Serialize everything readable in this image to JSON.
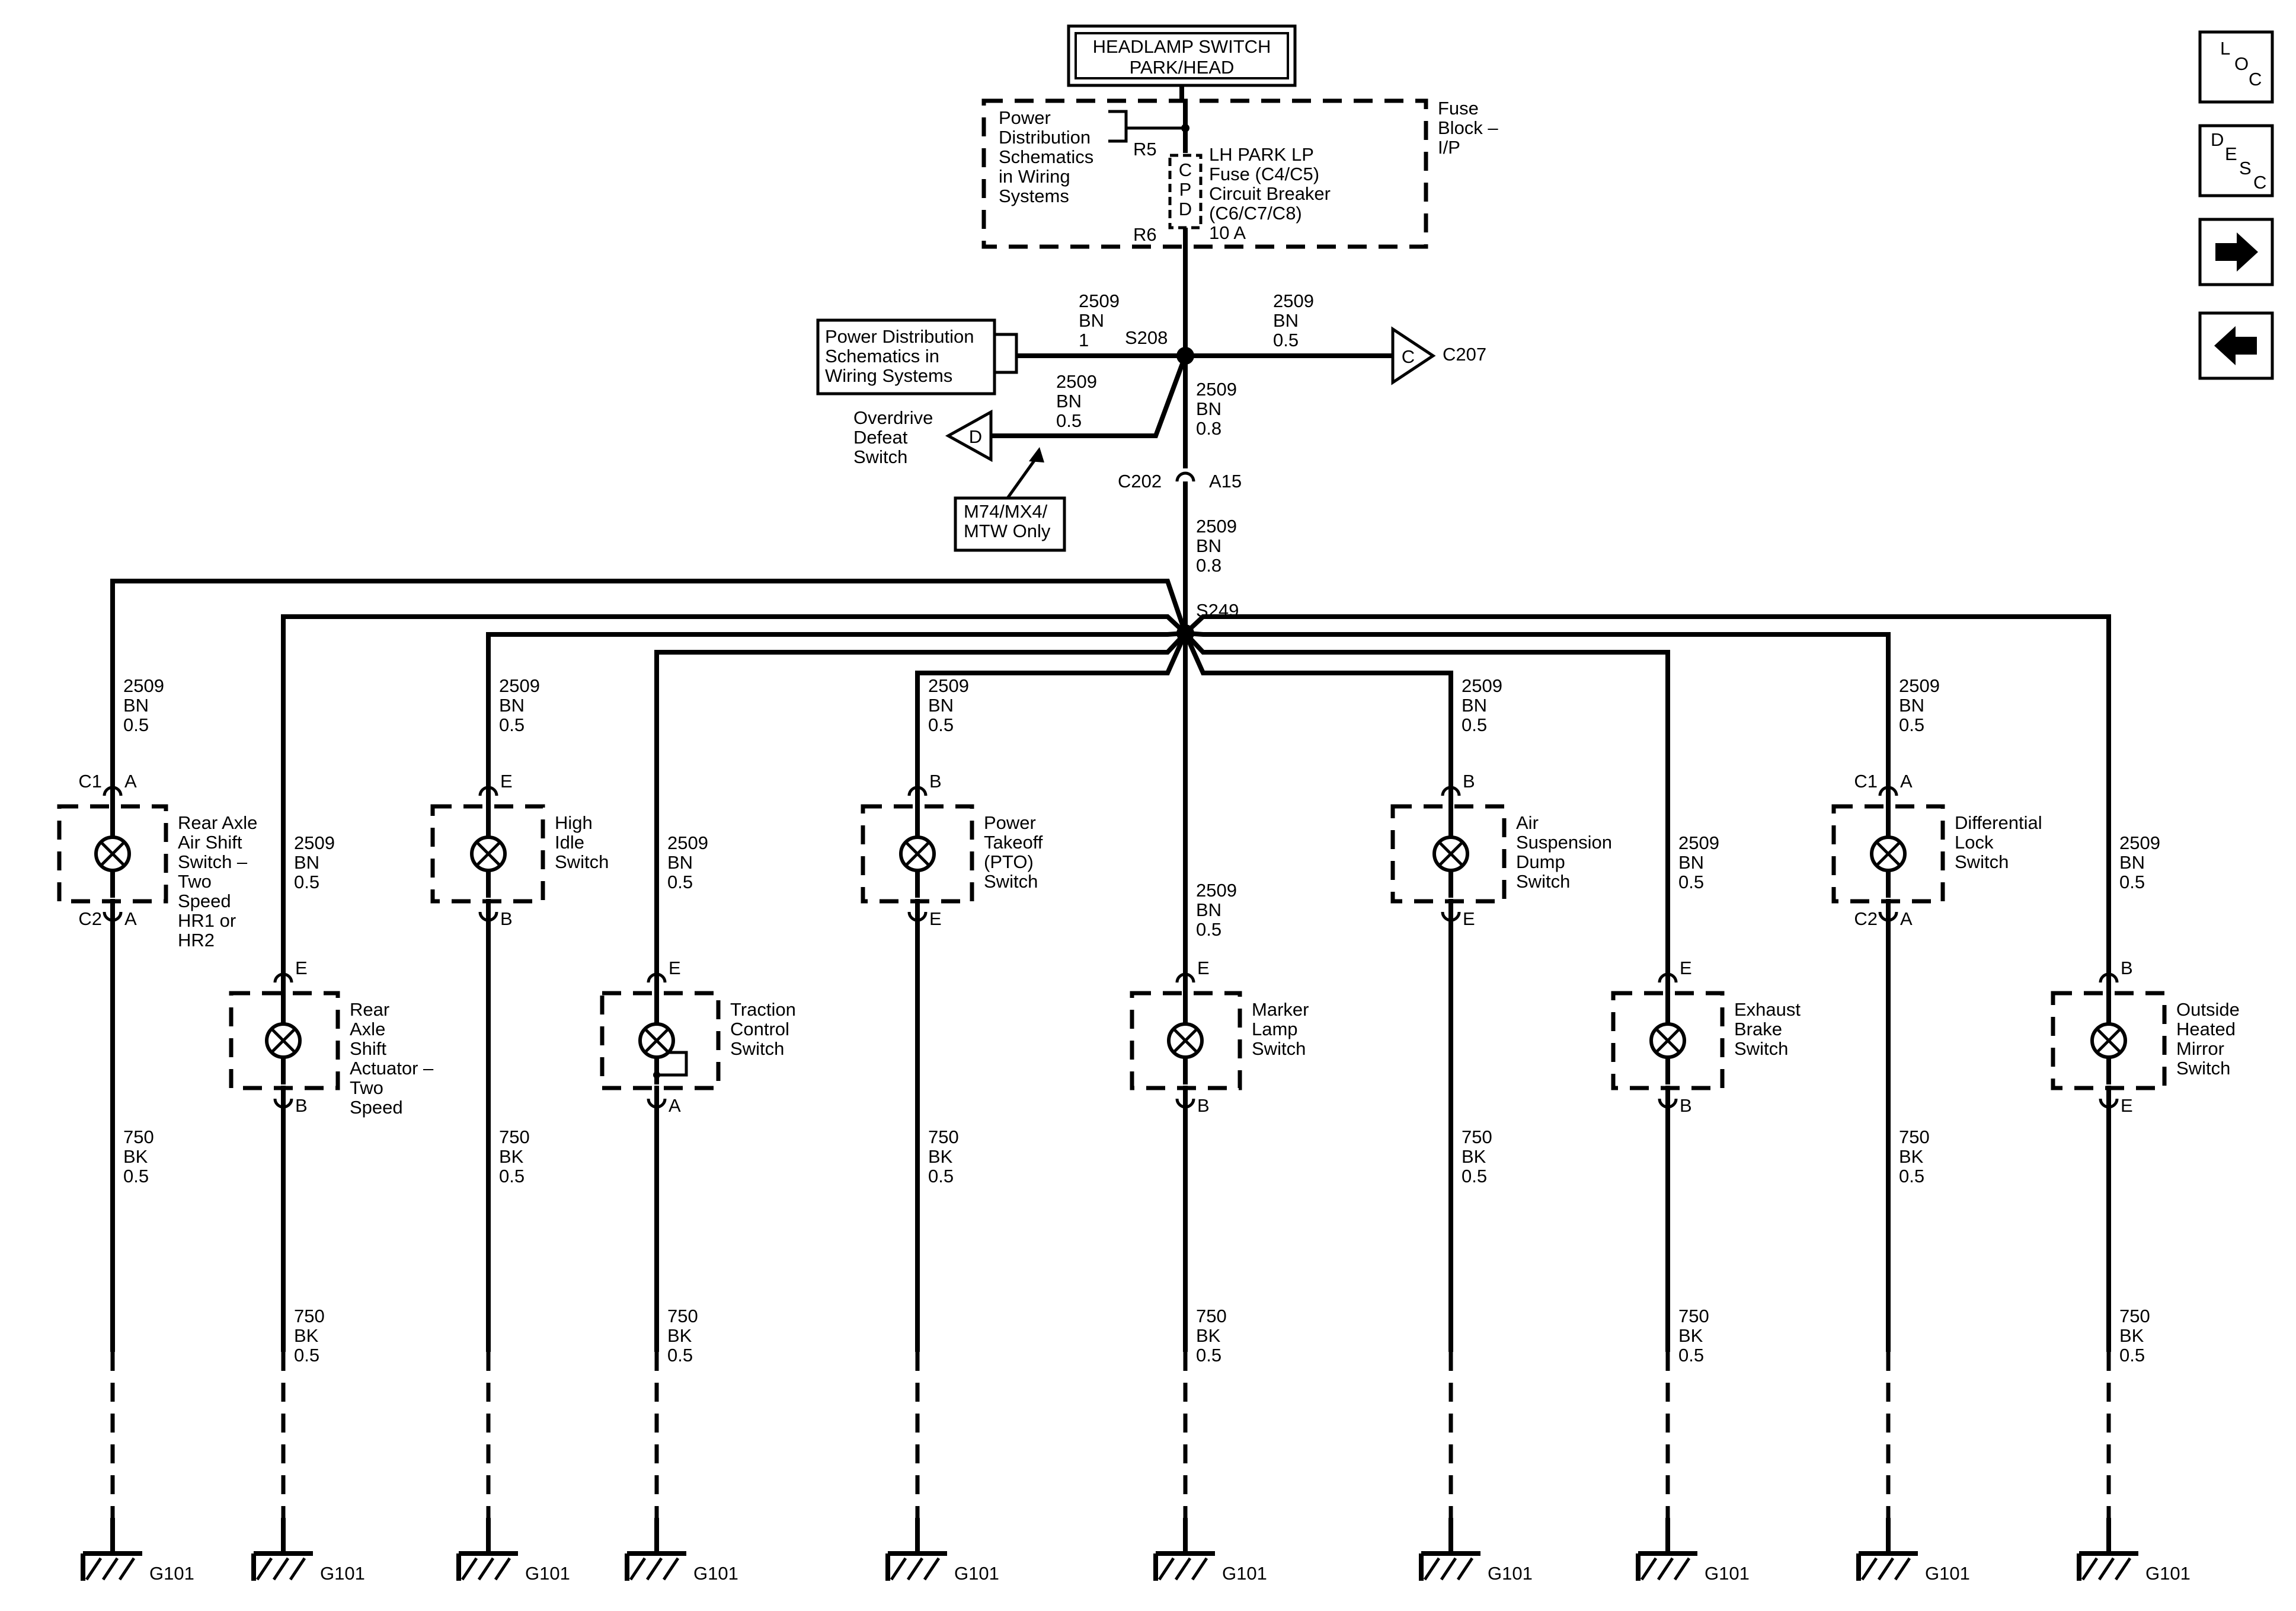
{
  "header": {
    "line1": "HEADLAMP SWITCH",
    "line2": "PARK/HEAD"
  },
  "fuse_block": {
    "ref_text": [
      "Power",
      "Distribution",
      "Schematics",
      "in Wiring",
      "Systems"
    ],
    "r5": "R5",
    "r6": "R6",
    "cpd": [
      "C",
      "P",
      "D"
    ],
    "fuse_desc": [
      "LH PARK LP",
      "Fuse (C4/C5)",
      "Circuit Breaker",
      "(C6/C7/C8)",
      "10 A"
    ],
    "block_label": [
      "Fuse",
      "Block –",
      "I/P"
    ]
  },
  "splice_s208": {
    "label": "S208",
    "ref_box": [
      "Power Distribution",
      "Schematics in",
      "Wiring  Systems"
    ],
    "left_wire": [
      "2509",
      "BN",
      "1"
    ],
    "right_wire": [
      "2509",
      "BN",
      "0.5"
    ],
    "diag_wire": [
      "2509",
      "BN",
      "0.5"
    ],
    "down_wire": [
      "2509",
      "BN",
      "0.8"
    ],
    "conn_c_letter": "C",
    "conn_c_label": "C207",
    "conn_d_letter": "D",
    "overdrive_label": [
      "Overdrive",
      "Defeat",
      "Switch"
    ],
    "option_box": [
      "M74/MX4/",
      "MTW Only"
    ]
  },
  "c202": {
    "label": "C202",
    "pin": "A15",
    "wire": [
      "2509",
      "BN",
      "0.8"
    ]
  },
  "splice_s249": {
    "label": "S249"
  },
  "branches": [
    {
      "name": [
        "Rear Axle",
        "Air Shift",
        "Switch –",
        "Two",
        "Speed",
        "HR1 or",
        "HR2"
      ],
      "top_wire": [
        "2509",
        "BN",
        "0.5"
      ],
      "top_conn": "C1",
      "top_pin": "A",
      "bot_conn": "C2",
      "bot_pin": "A",
      "gnd_wire_1": [
        "750",
        "BK",
        "0.5"
      ],
      "gnd_wire_2": [],
      "ground": "G101"
    },
    {
      "name": [
        "Rear",
        "Axle",
        "Shift",
        "Actuator –",
        "Two",
        "Speed"
      ],
      "top_wire": [
        "2509",
        "BN",
        "0.5"
      ],
      "top_conn": "",
      "top_pin": "E",
      "bot_conn": "",
      "bot_pin": "B",
      "gnd_wire_1": [],
      "gnd_wire_2": [
        "750",
        "BK",
        "0.5"
      ],
      "ground": "G101"
    },
    {
      "name": [
        "High",
        "Idle",
        "Switch"
      ],
      "top_wire": [
        "2509",
        "BN",
        "0.5"
      ],
      "top_conn": "",
      "top_pin": "E",
      "bot_conn": "",
      "bot_pin": "B",
      "gnd_wire_1": [
        "750",
        "BK",
        "0.5"
      ],
      "gnd_wire_2": [],
      "ground": "G101"
    },
    {
      "name": [
        "Traction",
        "Control",
        "Switch"
      ],
      "top_wire": [
        "2509",
        "BN",
        "0.5"
      ],
      "top_conn": "",
      "top_pin": "E",
      "bot_conn": "",
      "bot_pin": "A",
      "gnd_wire_1": [],
      "gnd_wire_2": [
        "750",
        "BK",
        "0.5"
      ],
      "ground": "G101"
    },
    {
      "name": [
        "Power",
        "Takeoff",
        "(PTO)",
        "Switch"
      ],
      "top_wire": [
        "2509",
        "BN",
        "0.5"
      ],
      "top_conn": "",
      "top_pin": "B",
      "bot_conn": "",
      "bot_pin": "E",
      "gnd_wire_1": [
        "750",
        "BK",
        "0.5"
      ],
      "gnd_wire_2": [],
      "ground": "G101"
    },
    {
      "name": [
        "Marker",
        "Lamp",
        "Switch"
      ],
      "top_wire": [
        "2509",
        "BN",
        "0.5"
      ],
      "top_conn": "",
      "top_pin": "E",
      "bot_conn": "",
      "bot_pin": "B",
      "gnd_wire_1": [],
      "gnd_wire_2": [
        "750",
        "BK",
        "0.5"
      ],
      "ground": "G101"
    },
    {
      "name": [
        "Air",
        "Suspension",
        "Dump",
        "Switch"
      ],
      "top_wire": [
        "2509",
        "BN",
        "0.5"
      ],
      "top_conn": "",
      "top_pin": "B",
      "bot_conn": "",
      "bot_pin": "E",
      "gnd_wire_1": [
        "750",
        "BK",
        "0.5"
      ],
      "gnd_wire_2": [],
      "ground": "G101"
    },
    {
      "name": [
        "Exhaust",
        "Brake",
        "Switch"
      ],
      "top_wire": [
        "2509",
        "BN",
        "0.5"
      ],
      "top_conn": "",
      "top_pin": "E",
      "bot_conn": "",
      "bot_pin": "B",
      "gnd_wire_1": [],
      "gnd_wire_2": [
        "750",
        "BK",
        "0.5"
      ],
      "ground": "G101"
    },
    {
      "name": [
        "Differential",
        "Lock",
        "Switch"
      ],
      "top_wire": [
        "2509",
        "BN",
        "0.5"
      ],
      "top_conn": "C1",
      "top_pin": "A",
      "bot_conn": "C2",
      "bot_pin": "A",
      "gnd_wire_1": [
        "750",
        "BK",
        "0.5"
      ],
      "gnd_wire_2": [],
      "ground": "G101"
    },
    {
      "name": [
        "Outside",
        "Heated",
        "Mirror",
        "Switch"
      ],
      "top_wire": [
        "2509",
        "BN",
        "0.5"
      ],
      "top_conn": "",
      "top_pin": "B",
      "bot_conn": "",
      "bot_pin": "E",
      "gnd_wire_1": [],
      "gnd_wire_2": [
        "750",
        "BK",
        "0.5"
      ],
      "ground": "G101"
    }
  ],
  "nav": {
    "loc_letters": [
      "L",
      "O",
      "C"
    ],
    "desc_letters": [
      "D",
      "E",
      "S",
      "C"
    ],
    "next_icon": "arrow-right-icon",
    "prev_icon": "arrow-left-icon"
  }
}
